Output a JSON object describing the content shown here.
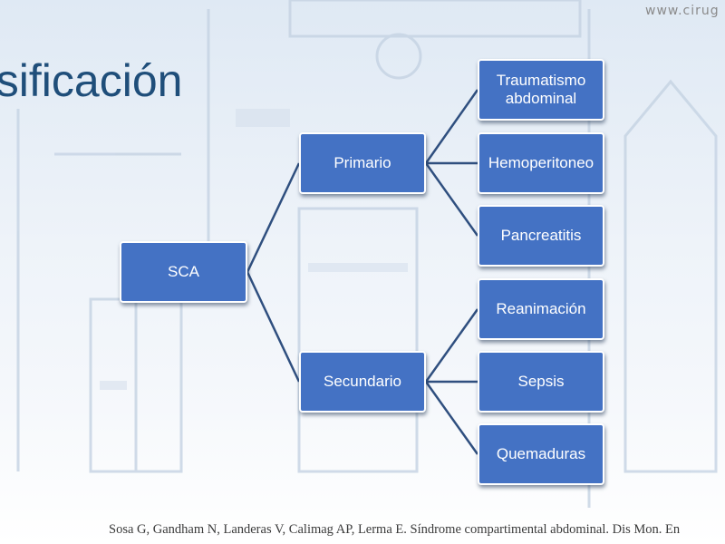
{
  "header": {
    "url": "www.cirug"
  },
  "slide": {
    "title": "asificación"
  },
  "diagram": {
    "root": {
      "label": "SCA"
    },
    "branches": [
      {
        "label": "Primario",
        "children": [
          {
            "label": "Traumatismo abdominal"
          },
          {
            "label": "Hemoperitoneo"
          },
          {
            "label": "Pancreatitis"
          }
        ]
      },
      {
        "label": "Secundario",
        "children": [
          {
            "label": "Reanimación"
          },
          {
            "label": "Sepsis"
          },
          {
            "label": "Quemaduras"
          }
        ]
      }
    ],
    "colors": {
      "node_fill": "#4472c4",
      "connector": "#2f4f7f",
      "title": "#1f4e7a"
    }
  },
  "footer": {
    "citation": "Sosa G, Gandham N, Landeras V, Calimag AP, Lerma E. Síndrome compartimental abdominal. Dis Mon. En"
  }
}
